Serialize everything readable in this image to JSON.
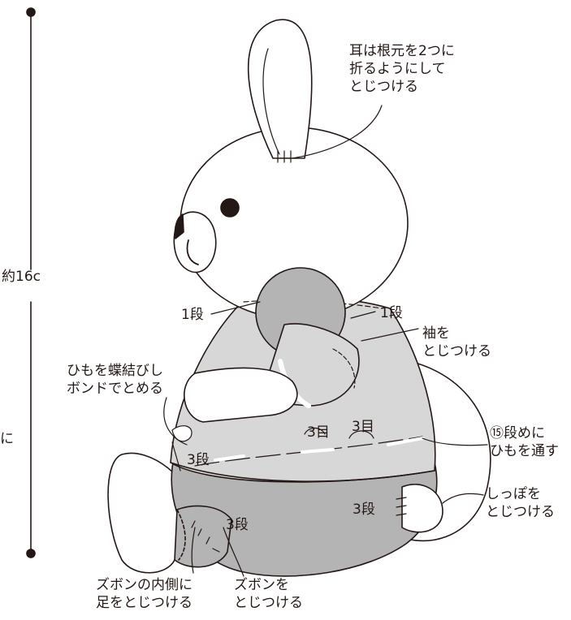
{
  "colors": {
    "outline": "#231815",
    "shirt": "#d7d7d7",
    "pants": "#b4b4b4",
    "body": "#ffffff",
    "background": "#ffffff"
  },
  "labels": {
    "height": "約16c",
    "left_cut": "に",
    "ear": "耳は根元を2つに\n折るようにして\nとじつける",
    "row1_left": "1段",
    "row1_right": "1段",
    "sleeve": "袖を\nとじつける",
    "string": "ひもを蝶結びし\nボンドでとめる",
    "row3_left": "3段",
    "stitch3_left": "3目",
    "stitch3_right": "3目",
    "row15": "⑮段めに\nひもを通す",
    "tail_row": "3段",
    "tail": "しっぽを\nとじつける",
    "leg_row": "3段",
    "leg": "ズボンの内側に\n足をとじつける",
    "pants": "ズボンを\nとじつける"
  }
}
